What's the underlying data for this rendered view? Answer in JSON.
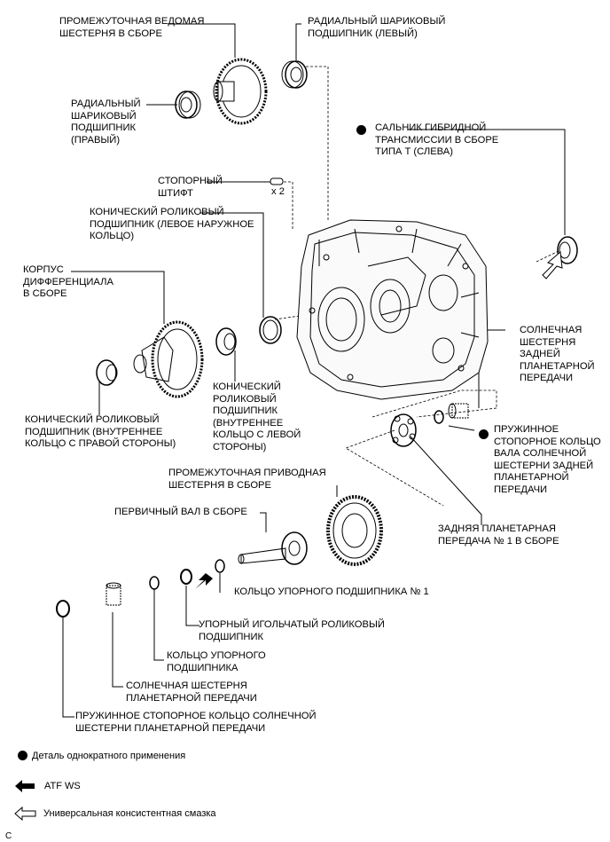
{
  "labels": {
    "intermediate_driven_gear": [
      "ПРОМЕЖУТОЧНАЯ ВЕДОМАЯ",
      "ШЕСТЕРНЯ В СБОРЕ"
    ],
    "radial_bearing_left": [
      "РАДИАЛЬНЫЙ ШАРИКОВЫЙ",
      "ПОДШИПНИК (ЛЕВЫЙ)"
    ],
    "radial_bearing_right": [
      "РАДИАЛЬНЫЙ",
      "ШАРИКОВЫЙ",
      "ПОДШИПНИК",
      "(ПРАВЫЙ)"
    ],
    "hybrid_seal": [
      "САЛЬНИК ГИБРИДНОЙ",
      "ТРАНСМИССИИ В СБОРЕ",
      "ТИПА Т (СЛЕВА)"
    ],
    "lock_pin": [
      "СТОПОРНЫЙ",
      "ШТИФТ"
    ],
    "lock_pin_qty": "x 2",
    "taper_outer_left": [
      "КОНИЧЕСКИЙ РОЛИКОВЫЙ",
      "ПОДШИПНИК (ЛЕВОЕ НАРУЖНОЕ",
      "КОЛЬЦО)"
    ],
    "diff_case": [
      "КОРПУС",
      "ДИФФЕРЕНЦИАЛА",
      "В СБОРЕ"
    ],
    "sun_gear_rear": [
      "СОЛНЕЧНАЯ",
      "ШЕСТЕРНЯ",
      "ЗАДНЕЙ",
      "ПЛАНЕТАРНОЙ",
      "ПЕРЕДАЧИ"
    ],
    "taper_inner_left": [
      "КОНИЧЕСКИЙ",
      "РОЛИКОВЫЙ",
      "ПОДШИПНИК",
      "(ВНУТРЕННЕЕ",
      "КОЛЬЦО С ЛЕВОЙ",
      "СТОРОНЫ)"
    ],
    "taper_inner_right": [
      "КОНИЧЕСКИЙ РОЛИКОВЫЙ",
      "ПОДШИПНИК (ВНУТРЕННЕЕ",
      "КОЛЬЦО С ПРАВОЙ СТОРОНЫ)"
    ],
    "snap_ring_rear_sun": [
      "ПРУЖИННОЕ",
      "СТОПОРНОЕ КОЛЬЦО",
      "ВАЛА СОЛНЕЧНОЙ",
      "ШЕСТЕРНИ ЗАДНЕЙ",
      "ПЛАНЕТАРНОЙ",
      "ПЕРЕДАЧИ"
    ],
    "intermediate_drive_gear": [
      "ПРОМЕЖУТОЧНАЯ ПРИВОДНАЯ",
      "ШЕСТЕРНЯ В СБОРЕ"
    ],
    "input_shaft": [
      "ПЕРВИЧНЫЙ ВАЛ В СБОРЕ"
    ],
    "rear_planetary": [
      "ЗАДНЯЯ ПЛАНЕТАРНАЯ",
      "ПЕРЕДАЧА № 1 В СБОРЕ"
    ],
    "thrust_race_1": [
      "КОЛЬЦО УПОРНОГО ПОДШИПНИКА № 1"
    ],
    "needle_bearing": [
      "УПОРНЫЙ ИГОЛЬЧАТЫЙ РОЛИКОВЫЙ",
      "ПОДШИПНИК"
    ],
    "thrust_race": [
      "КОЛЬЦО УПОРНОГО",
      "ПОДШИПНИКА"
    ],
    "sun_gear": [
      "СОЛНЕЧНАЯ ШЕСТЕРНЯ",
      "ПЛАНЕТАРНОЙ ПЕРЕДАЧИ"
    ],
    "snap_ring_sun": [
      "ПРУЖИННОЕ СТОПОРНОЕ КОЛЬЦО СОЛНЕЧНОЙ",
      "ШЕСТЕРНИ ПЛАНЕТАРНОЙ ПЕРЕДАЧИ"
    ]
  },
  "legend": {
    "non_reusable": "Деталь однократного применения",
    "atf": "ATF WS",
    "grease": "Универсальная консистентная смазка"
  },
  "corner_mark": "C"
}
